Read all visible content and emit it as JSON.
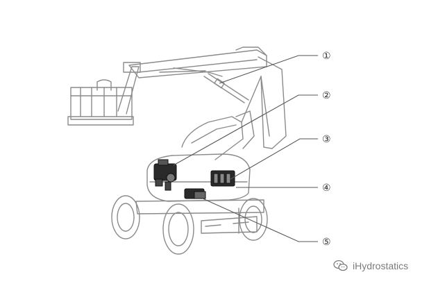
{
  "callouts": [
    {
      "label": "①"
    },
    {
      "label": "②"
    },
    {
      "label": "③"
    },
    {
      "label": "④"
    },
    {
      "label": "⑤"
    }
  ],
  "watermark": {
    "text": "iHydrostatics",
    "icon": "wechat-icon"
  },
  "colors": {
    "line": "#555555",
    "component": "#222222",
    "watermark": "#7a7a7a"
  }
}
